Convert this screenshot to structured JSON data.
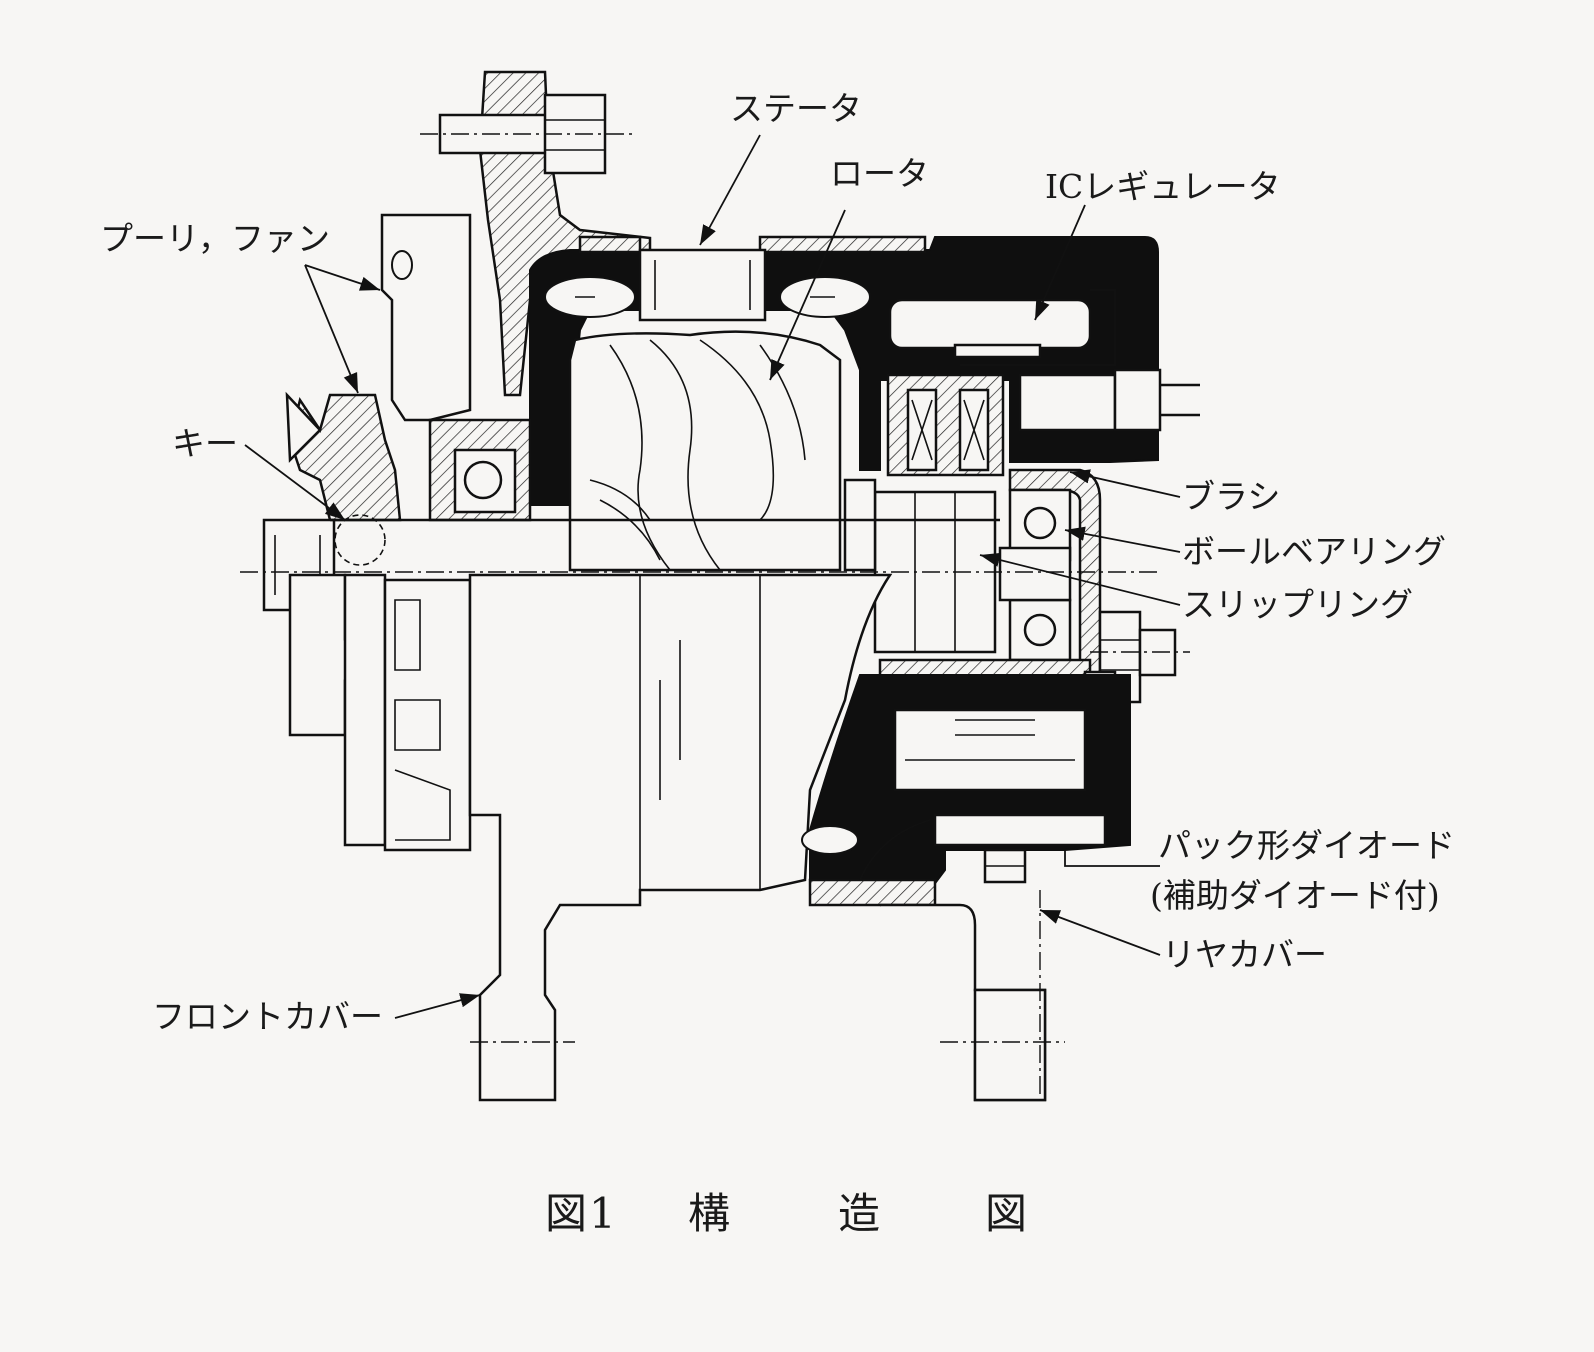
{
  "labels": {
    "stator": "ステータ",
    "rotor": "ロータ",
    "ic_regulator": "ICレギュレータ",
    "pulley_fan": "プーリ，ファン",
    "key": "キー",
    "brush": "ブラシ",
    "ball_bearing": "ボールベアリング",
    "slip_ring": "スリップリング",
    "pack_diode": "パック形ダイオード",
    "pack_diode_note": "(補助ダイオード付)",
    "rear_cover": "リヤカバー",
    "front_cover": "フロントカバー"
  },
  "caption": {
    "number": "図1",
    "char1": "構",
    "char2": "造",
    "char3": "図"
  }
}
